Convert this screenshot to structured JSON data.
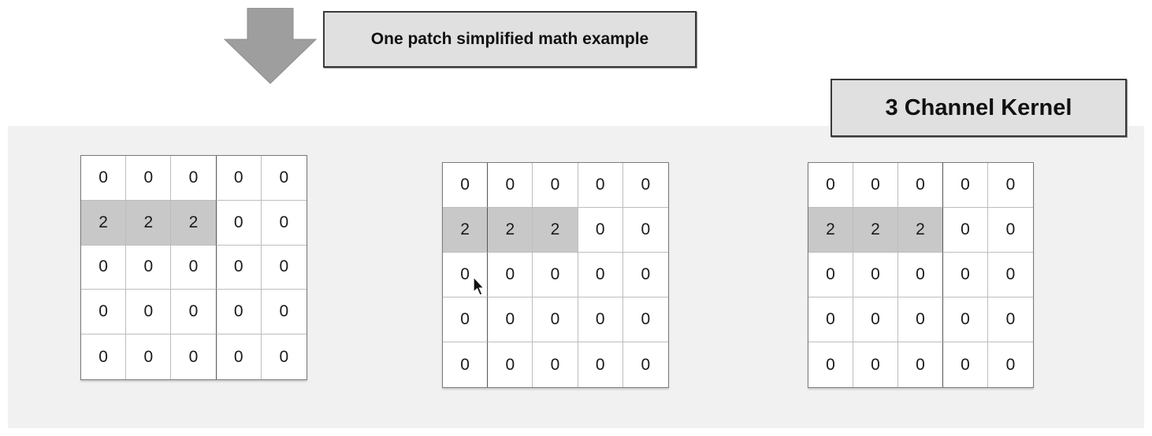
{
  "banner": {
    "patch_label": "One patch simplified math example",
    "kernel_label": "3 Channel Kernel"
  },
  "arrow_icon": "down-arrow-icon",
  "colors": {
    "panel_bg": "#f1f1f1",
    "highlight": "#c8c8c8",
    "label_bg": "#e0e0e0",
    "arrow": "#9e9e9e"
  },
  "grids": [
    {
      "rows": [
        [
          "0",
          "0",
          "0",
          "0",
          "0"
        ],
        [
          "2",
          "2",
          "2",
          "0",
          "0"
        ],
        [
          "0",
          "0",
          "0",
          "0",
          "0"
        ],
        [
          "0",
          "0",
          "0",
          "0",
          "0"
        ],
        [
          "0",
          "0",
          "0",
          "0",
          "0"
        ]
      ],
      "highlight_row": 1,
      "highlight_cols": [
        0,
        1,
        2
      ]
    },
    {
      "rows": [
        [
          "0",
          "0",
          "0",
          "0",
          "0"
        ],
        [
          "2",
          "2",
          "2",
          "0",
          "0"
        ],
        [
          "0",
          "0",
          "0",
          "0",
          "0"
        ],
        [
          "0",
          "0",
          "0",
          "0",
          "0"
        ],
        [
          "0",
          "0",
          "0",
          "0",
          "0"
        ]
      ],
      "highlight_row": 1,
      "highlight_cols": [
        0,
        1,
        2
      ]
    },
    {
      "rows": [
        [
          "0",
          "0",
          "0",
          "0",
          "0"
        ],
        [
          "2",
          "2",
          "2",
          "0",
          "0"
        ],
        [
          "0",
          "0",
          "0",
          "0",
          "0"
        ],
        [
          "0",
          "0",
          "0",
          "0",
          "0"
        ],
        [
          "0",
          "0",
          "0",
          "0",
          "0"
        ]
      ],
      "highlight_row": 1,
      "highlight_cols": [
        0,
        1,
        2
      ]
    }
  ]
}
